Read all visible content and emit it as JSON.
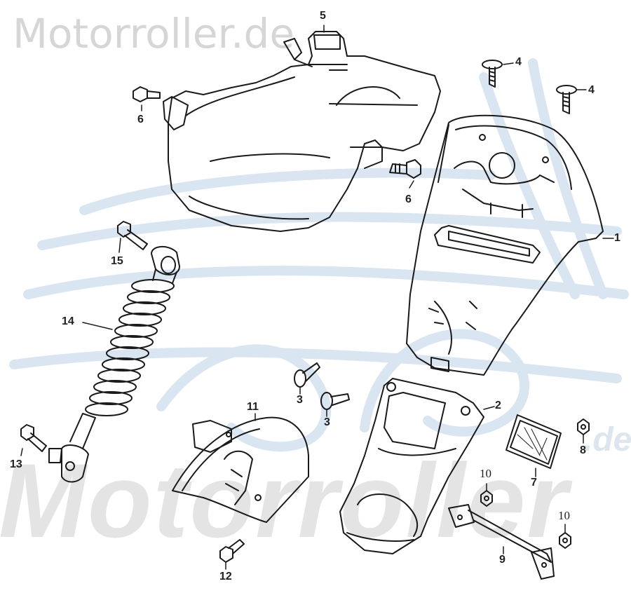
{
  "watermarks": {
    "top": "Motorroller.de",
    "bottom": "Motorroller",
    "bottom_suffix": ".de"
  },
  "callouts": [
    {
      "id": "c1",
      "label": "1"
    },
    {
      "id": "c2",
      "label": "2"
    },
    {
      "id": "c3a",
      "label": "3"
    },
    {
      "id": "c3b",
      "label": "3"
    },
    {
      "id": "c4a",
      "label": "4"
    },
    {
      "id": "c4b",
      "label": "4"
    },
    {
      "id": "c5",
      "label": "5"
    },
    {
      "id": "c6a",
      "label": "6"
    },
    {
      "id": "c6b",
      "label": "6"
    },
    {
      "id": "c7",
      "label": "7"
    },
    {
      "id": "c8",
      "label": "8"
    },
    {
      "id": "c9",
      "label": "9"
    },
    {
      "id": "c10a",
      "label": "10"
    },
    {
      "id": "c10b",
      "label": "10"
    },
    {
      "id": "c11",
      "label": "11"
    },
    {
      "id": "c12",
      "label": "12"
    },
    {
      "id": "c13",
      "label": "13"
    },
    {
      "id": "c14",
      "label": "14"
    },
    {
      "id": "c15",
      "label": "15"
    }
  ],
  "colors": {
    "line": "#1a1a1a",
    "watermark_gray": "#d6d6d6",
    "watermark_blue": "#cfdeec"
  }
}
